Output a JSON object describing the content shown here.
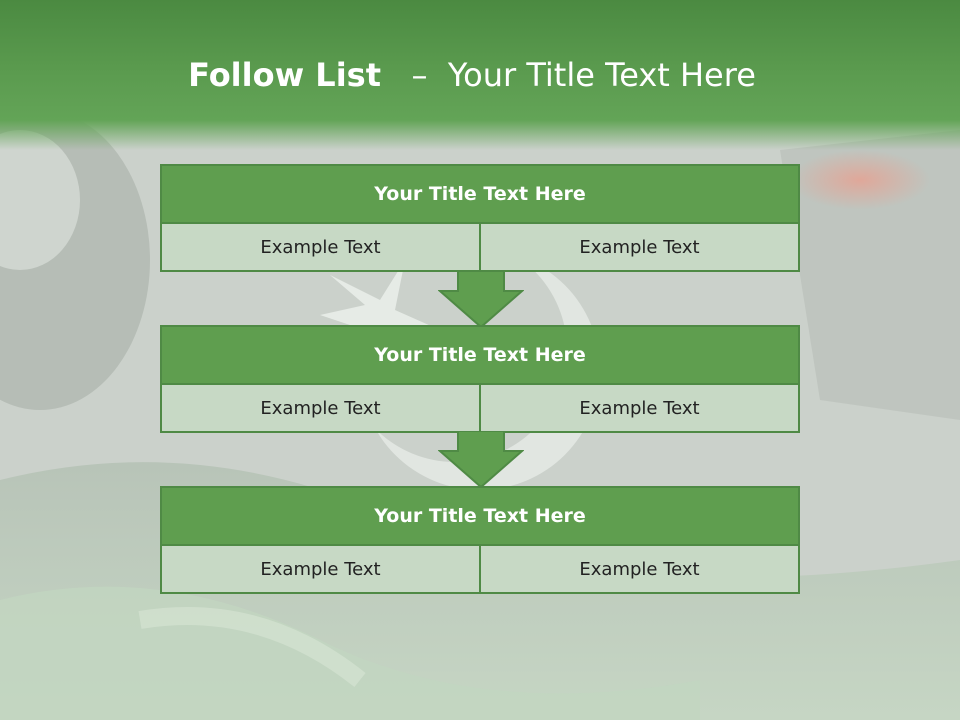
{
  "slide": {
    "title_bold": "Follow List",
    "title_rest": "Your Title Text Here"
  },
  "blocks": [
    {
      "title": "Your Title Text Here",
      "left": "Example Text",
      "right": "Example Text"
    },
    {
      "title": "Your Title Text Here",
      "left": "Example Text",
      "right": "Example Text"
    },
    {
      "title": "Your Title Text Here",
      "left": "Example Text",
      "right": "Example Text"
    }
  ],
  "colors": {
    "header_green": "#5a9a4e",
    "block_title_green": "#5f9e4f",
    "block_cell": "#c7d9c5",
    "border": "#4f8a45"
  },
  "icons": [
    "down-arrow-icon"
  ]
}
